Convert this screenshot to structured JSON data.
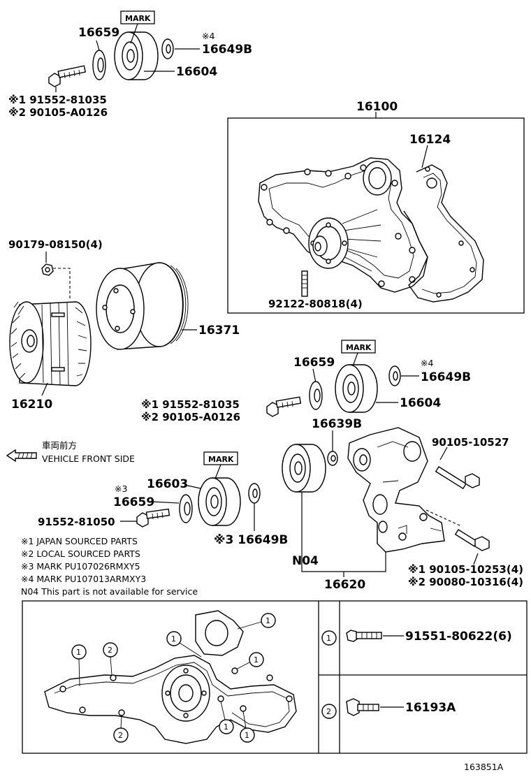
{
  "labels": {
    "p16659_top": "16659",
    "mark_top": "MARK",
    "p16649b_top_sym": "※4",
    "p16649b_top": "16649B",
    "p16604_top": "16604",
    "bolt_top_1": "※1 91552-81035",
    "bolt_top_2": "※2 90105-A0126",
    "p16100": "16100",
    "p16124": "16124",
    "p92122": "92122-80818(4)",
    "p90179": "90179-08150(4)",
    "p16371": "16371",
    "p16210": "16210",
    "mark_mid": "MARK",
    "p16659_mid": "16659",
    "p16649b_mid_sym": "※4",
    "p16649b_mid": "16649B",
    "bolt_mid_1": "※1 91552-81035",
    "bolt_mid_2": "※2 90105-A0126",
    "p16604_mid": "16604",
    "p16639b": "16639B",
    "p90105_10527": "90105-10527",
    "front_jp": "車両前方",
    "front_en": "VEHICLE FRONT SIDE",
    "mark_low": "MARK",
    "p16603": "16603",
    "p16659_low_sym": "※3",
    "p16659_low": "16659",
    "p91552_81050": "91552-81050",
    "p16649b_low": "※3 16649B",
    "note1": "※1 JAPAN SOURCED PARTS",
    "note2": "※2 LOCAL SOURCED PARTS",
    "note3": "※3 MARK PU107026RMXY5",
    "note4": "※4 MARK PU107013ARMXY3",
    "note_n04": "N04  This part is not available for service",
    "pN04": "N04",
    "p16620": "16620",
    "bolt_low_1": "※1 90105-10253(4)",
    "bolt_low_2": "※2 90080-10316(4)",
    "circle_1": "1",
    "circle_2": "2",
    "legend1_part": "91551-80622(6)",
    "legend2_part": "16193A",
    "ref": "163851A"
  }
}
